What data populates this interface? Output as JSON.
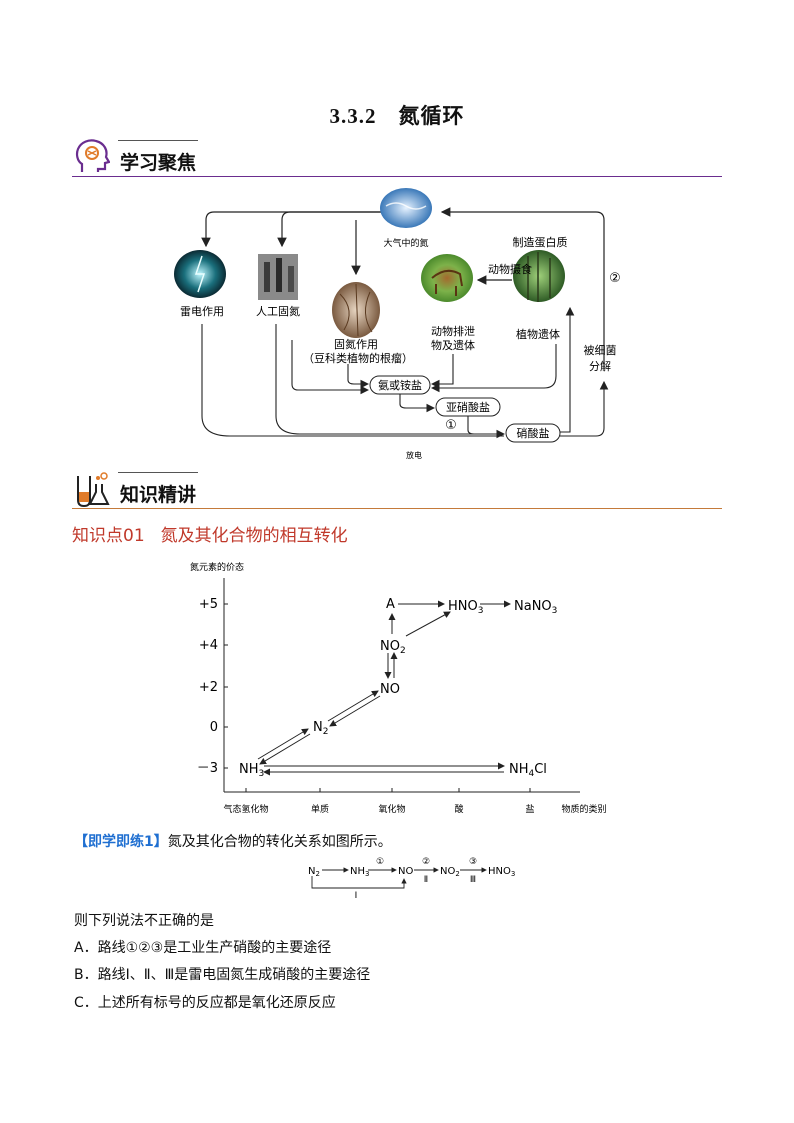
{
  "title": "3.3.2　氮循环",
  "section1": {
    "label": "学习聚焦",
    "icon": "brain-head-icon"
  },
  "cycle": {
    "atmosphere": "大气中的氮",
    "lightning": "雷电作用",
    "industrial": "人工固氮",
    "fixation1": "固氮作用",
    "fixation2": "（豆科类植物的根瘤）",
    "protein": "制造蛋白质",
    "animal_eat": "动物摄食",
    "excretion1": "动物排泄",
    "excretion2": "物及遗体",
    "plant_remains": "植物遗体",
    "bacteria1": "被细菌",
    "bacteria2": "分解",
    "ammonia": "氨或铵盐",
    "nitrite": "亚硝酸盐",
    "nitrate": "硝酸盐",
    "circle1": "①",
    "circle2": "②",
    "discharge": "放电"
  },
  "section2": {
    "label": "知识精讲",
    "icon": "flask-icon"
  },
  "knowledge_point": {
    "label": "知识点01",
    "title": "氮及其化合物的相互转化"
  },
  "valence_chart": {
    "y_title": "氮元素的价态",
    "y_ticks": [
      "+5",
      "+4",
      "+2",
      "0",
      "－3"
    ],
    "x_title": "物质的类别",
    "x_ticks": [
      "气态氢化物",
      "单质",
      "氧化物",
      "酸",
      "盐"
    ],
    "species": {
      "nh3": "NH",
      "nh3_sub": "3",
      "n2": "N",
      "n2_sub": "2",
      "no": "NO",
      "no2": "NO",
      "no2_sub": "2",
      "a": "A",
      "hno3": "HNO",
      "hno3_sub": "3",
      "nano3": "NaNO",
      "nano3_sub": "3",
      "nh4cl": "NH",
      "nh4cl_sub": "4",
      "nh4cl_tail": "Cl"
    }
  },
  "exercise": {
    "tag": "【即学即练1】",
    "stem": "氮及其化合物的转化关系如图所示。",
    "scheme": {
      "n2": "N",
      "n2_sub": "2",
      "nh3": "NH",
      "nh3_sub": "3",
      "no": "NO",
      "no2": "NO",
      "no2_sub": "2",
      "hno3": "HNO",
      "hno3_sub": "3",
      "r1": "①",
      "r2": "②",
      "r3": "③",
      "rI": "Ⅰ",
      "rII": "Ⅱ",
      "rIII": "Ⅲ"
    },
    "question": "则下列说法不正确的是",
    "options": [
      "A．路线①②③是工业生产硝酸的主要途径",
      "B．路线Ⅰ、Ⅱ、Ⅲ是雷电固氮生成硝酸的主要途径",
      "C．上述所有标号的反应都是氧化还原反应"
    ]
  },
  "colors": {
    "section1_line": "#6a2d8f",
    "section2_line": "#c47a3a",
    "accent_red": "#c0392b",
    "accent_blue": "#1f6fd1"
  }
}
